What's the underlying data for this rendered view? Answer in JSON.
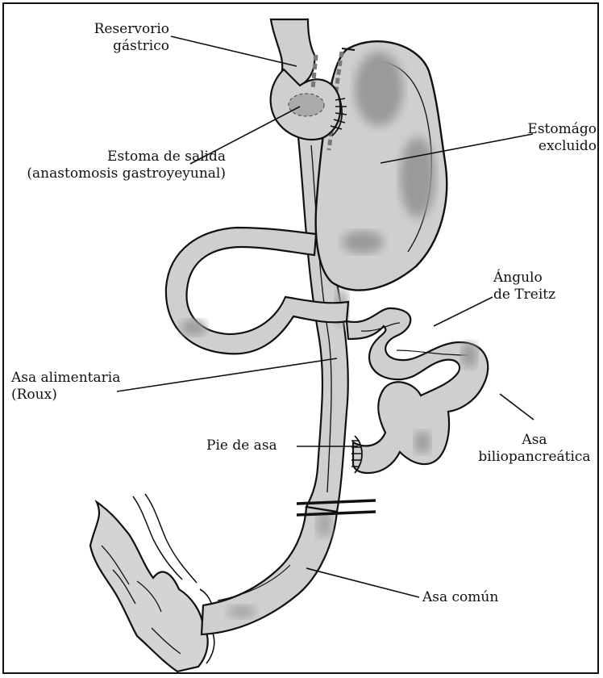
{
  "labels": {
    "reservorio": {
      "line1": "Reservorio",
      "line2": "gástrico"
    },
    "estoma": {
      "line1": "Estoma de salida",
      "line2": "(anastomosis gastroyeyunal)"
    },
    "estomago": {
      "line1": "Estomágo",
      "line2": "excluido"
    },
    "angulo": {
      "line1": "Ángulo",
      "line2": "de Treitz"
    },
    "alimentaria": {
      "line1": "Asa alimentaria",
      "line2": "(Roux)"
    },
    "pie": {
      "line1": "Pie de asa"
    },
    "biliopancreatica": {
      "line1": "Asa",
      "line2": "biliopancreática"
    },
    "comun": {
      "line1": "Asa común"
    }
  },
  "colors": {
    "organ_fill": "#cfcfcf",
    "organ_shade": "#9a9a9a",
    "outline": "#111111"
  }
}
